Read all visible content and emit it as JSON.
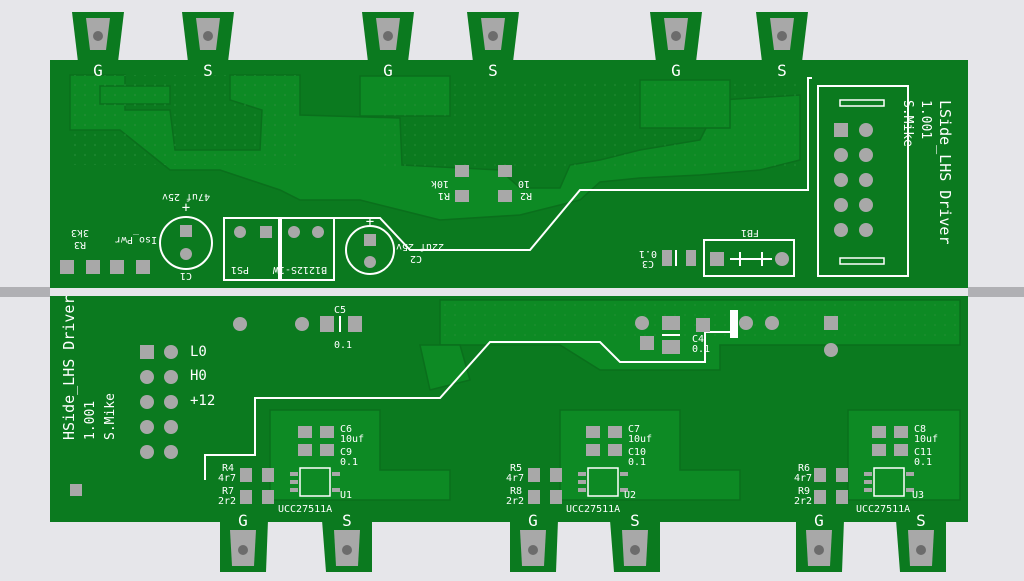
{
  "colors": {
    "background": "#e6e6ea",
    "board": "#0b7a1f",
    "copper": "#0d8a24",
    "silkscreen": "#ffffff",
    "pad": "#a8a8a8",
    "via": "#c8c8c8"
  },
  "top_board": {
    "title": "LSide_LHS Driver",
    "version": "1.001",
    "author": "S.Mike",
    "terminals": [
      "G",
      "S",
      "G",
      "S",
      "G",
      "S"
    ],
    "components": {
      "r3": {
        "ref": "R3",
        "value": "3k3"
      },
      "iso_pwr": "Iso_Pwr",
      "c1": {
        "ref": "C1",
        "value": "47uf 25v"
      },
      "ps1": {
        "ref": "PS1",
        "value": "B1212S-1W"
      },
      "c2": {
        "ref": "C2",
        "value": "22uf 25v"
      },
      "r1": {
        "ref": "R1",
        "value": "10k"
      },
      "r2": {
        "ref": "R2",
        "value": "10"
      },
      "c3": {
        "ref": "C3",
        "value": "0.1"
      },
      "fb1": "FB1"
    }
  },
  "bottom_board": {
    "title": "HSide_LHS Driver",
    "version": "1.001",
    "author": "S.Mike",
    "connector_labels": [
      "L0",
      "H0",
      "+12"
    ],
    "c5": {
      "ref": "C5",
      "value": "0.1"
    },
    "c4": {
      "ref": "C4",
      "value": "0.1"
    },
    "terminals": [
      "G",
      "S",
      "G",
      "S",
      "G",
      "S"
    ],
    "drivers": [
      {
        "c_big": "C6",
        "c_big_val": "10uf",
        "c_small": "C9",
        "c_small_val": "0.1",
        "r_a": "R4",
        "r_a_val": "4r7",
        "r_b": "R7",
        "r_b_val": "2r2",
        "ic": "UCC27511A",
        "u": "U1"
      },
      {
        "c_big": "C7",
        "c_big_val": "10uf",
        "c_small": "C10",
        "c_small_val": "0.1",
        "r_a": "R5",
        "r_a_val": "4r7",
        "r_b": "R8",
        "r_b_val": "2r2",
        "ic": "UCC27511A",
        "u": "U2"
      },
      {
        "c_big": "C8",
        "c_big_val": "10uf",
        "c_small": "C11",
        "c_small_val": "0.1",
        "r_a": "R6",
        "r_a_val": "4r7",
        "r_b": "R9",
        "r_b_val": "2r2",
        "ic": "UCC27511A",
        "u": "U3"
      }
    ]
  }
}
